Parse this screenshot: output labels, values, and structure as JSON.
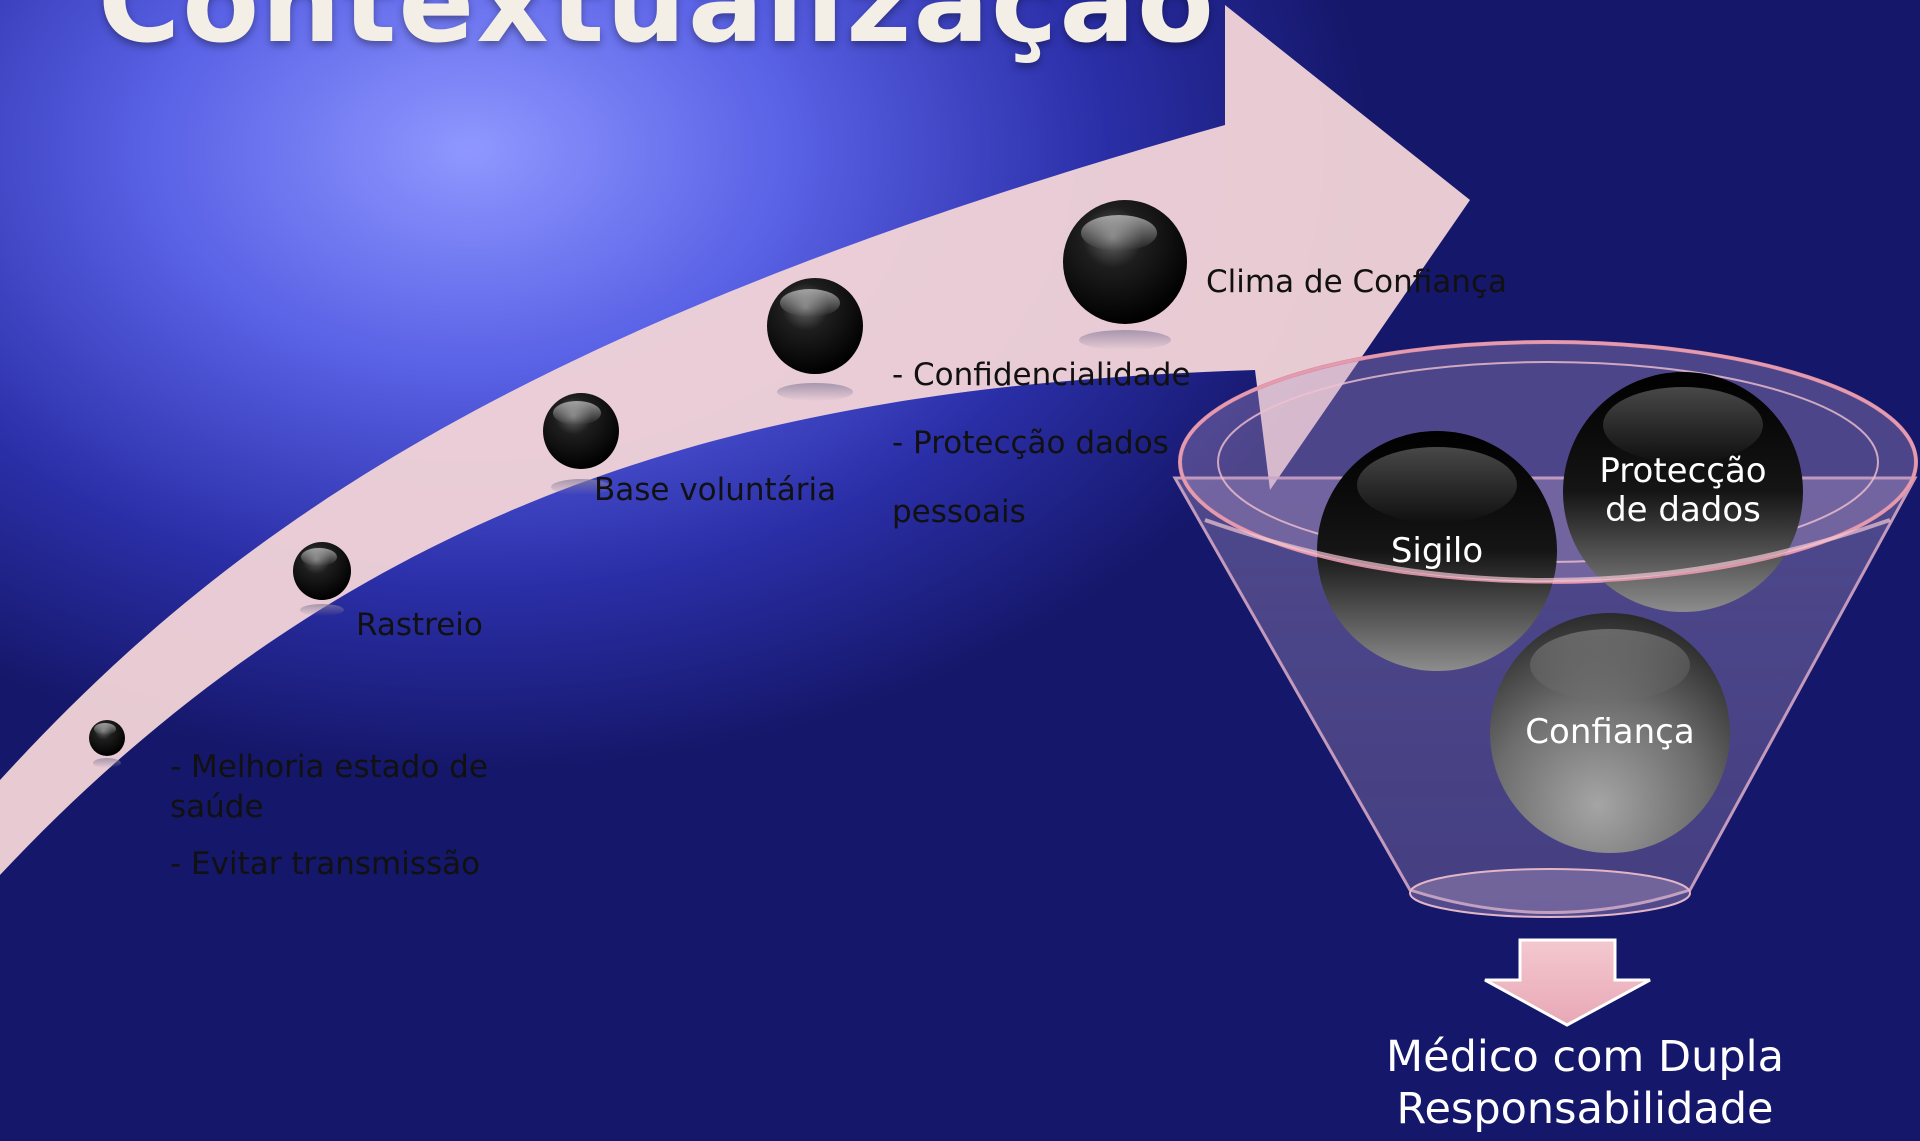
{
  "slide_title": "Contextualização",
  "stages": [
    {
      "label_lines": [
        "- Melhoria estado de saúde",
        "- Evitar transmissão"
      ]
    },
    {
      "label_lines": [
        "Rastreio"
      ]
    },
    {
      "label_lines": [
        "Base voluntária"
      ]
    },
    {
      "label_lines": [
        "- Confidencialidade",
        "- Protecção dados",
        "pessoais"
      ]
    },
    {
      "label_lines": [
        "Clima de Confiança"
      ]
    }
  ],
  "funnel": {
    "items": [
      "Sigilo",
      "Protecção de dados",
      "Confiança"
    ]
  },
  "outcome": {
    "text": "Médico com Dupla Responsabilidade"
  },
  "colors": {
    "arrow": "#f0d2d6",
    "background": "#3038b8",
    "funnel_rim": "#d88aa0"
  }
}
